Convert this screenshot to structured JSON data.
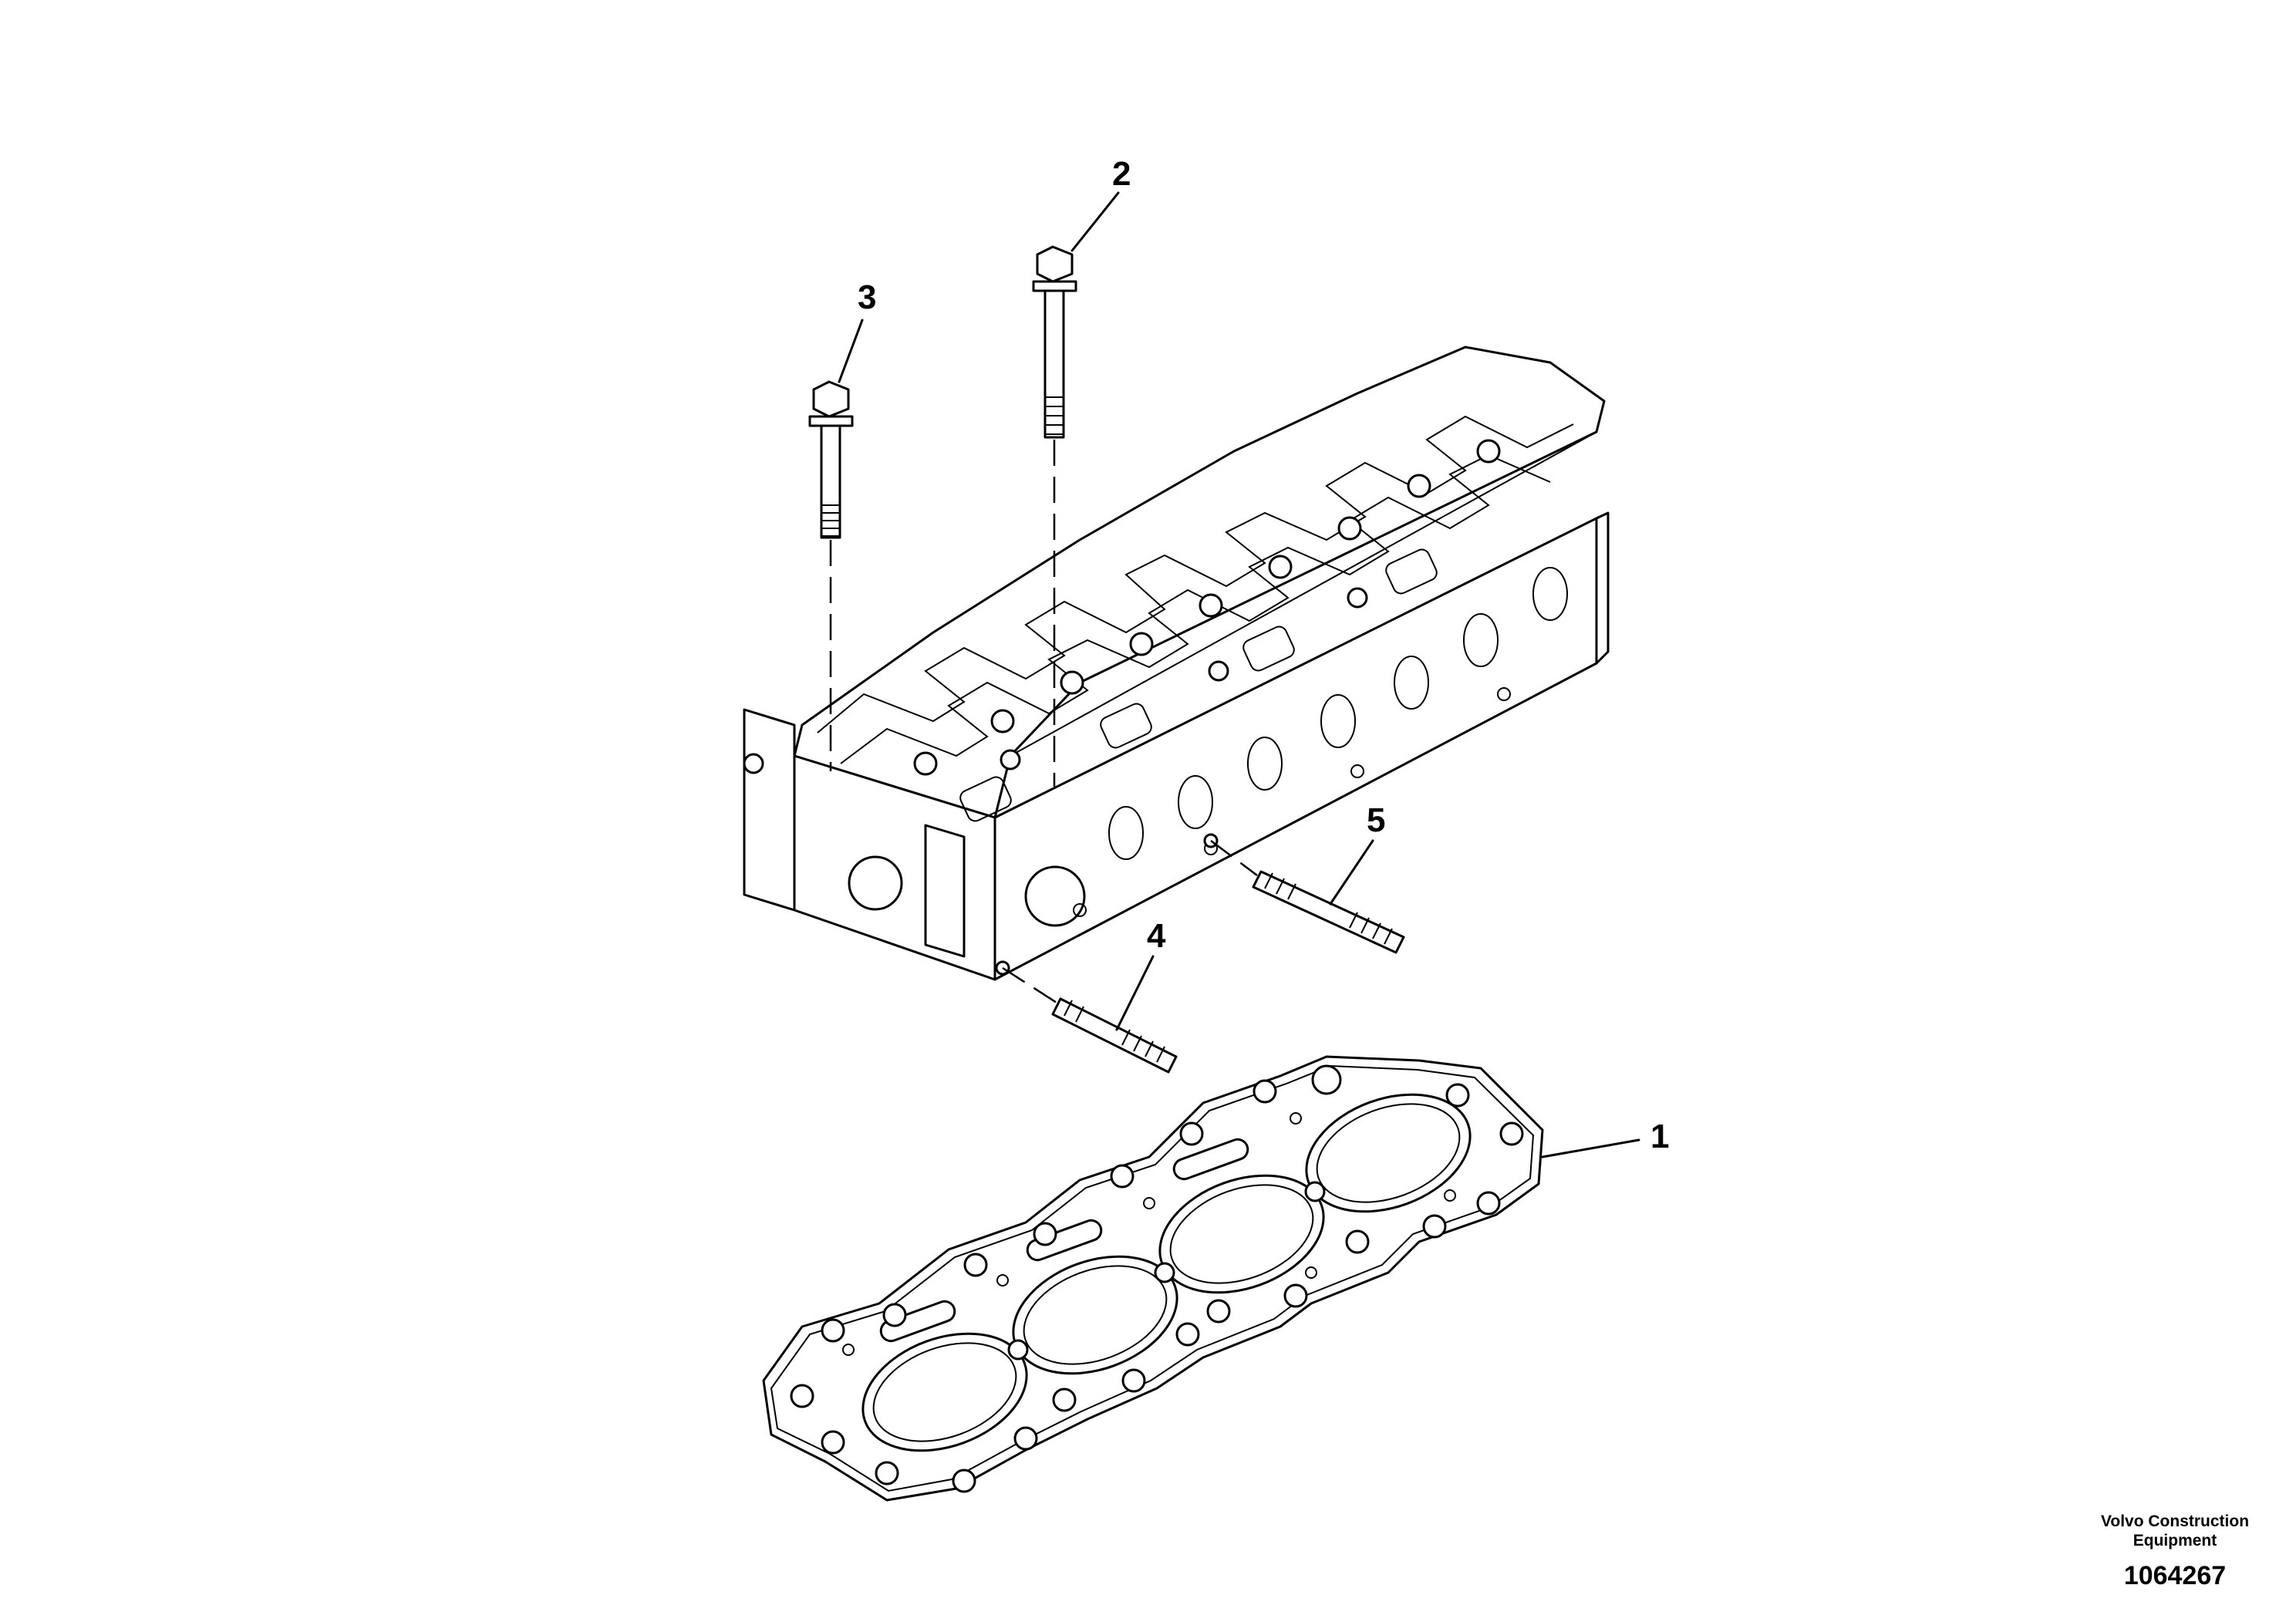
{
  "diagram": {
    "callouts": [
      {
        "id": "1",
        "label": "1",
        "part": "cylinder-head-gasket"
      },
      {
        "id": "2",
        "label": "2",
        "part": "long-flange-bolt"
      },
      {
        "id": "3",
        "label": "3",
        "part": "short-flange-bolt"
      },
      {
        "id": "4",
        "label": "4",
        "part": "short-stud"
      },
      {
        "id": "5",
        "label": "5",
        "part": "long-stud"
      }
    ]
  },
  "footer": {
    "publisher": "Volvo Construction Equipment",
    "part_number": "1064267"
  }
}
